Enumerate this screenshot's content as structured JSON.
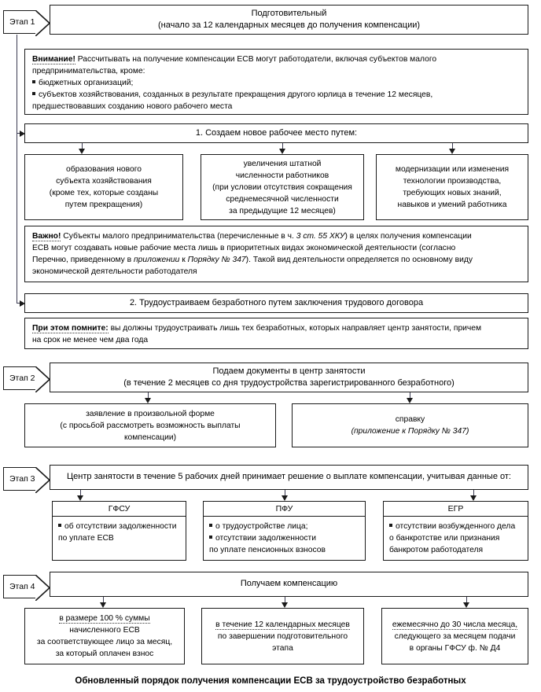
{
  "diagram": {
    "caption": "Обновленный порядок получения компенсации ЕСВ за трудоустройство безработных",
    "stages": [
      {
        "tag": "Этап 1",
        "title_line1": "Подготовительный",
        "title_line2": "(начало за 12 календарных месяцев до получения компенсации)"
      },
      {
        "tag": "Этап 2",
        "title_line1": "Подаем документы в центр занятости",
        "title_line2": "(в течение 2 месяцев со дня трудоустройства зарегистрированного безработного)"
      },
      {
        "tag": "Этап 3",
        "title_line1": "Центр занятости в течение 5 рабочих дней принимает решение о выплате компенсации, учитывая данные от:"
      },
      {
        "tag": "Этап 4",
        "title_line1": "Получаем компенсацию"
      }
    ],
    "stage1": {
      "note_attention": {
        "lead": "Внимание!",
        "line1": " Рассчитывать на получение компенсации ЕСВ могут работодатели, включая субъектов малого",
        "line2": "предпринимательства, кроме:",
        "bullet1": "бюджетных организаций;",
        "bullet2": "субъектов хозяйствования, созданных в результате прекращения другого юрлица в течение 12 месяцев,",
        "line3": "предшествовавших созданию нового рабочего места"
      },
      "step1_title": "1. Создаем новое рабочее место путем:",
      "step1_options": [
        {
          "lines": [
            "образования нового",
            "субъекта хозяйствования",
            "(кроме тех, которые созданы",
            "путем прекращения)"
          ]
        },
        {
          "lines": [
            "увеличения штатной",
            "численности работников",
            "(при условии отсутствия сокращения",
            "среднемесячной численности",
            "за предыдущие 12 месяцев)"
          ]
        },
        {
          "lines": [
            "модернизации или изменения",
            "технологии производства,",
            "требующих новых знаний,",
            "навыков и умений работника"
          ]
        }
      ],
      "note_important": {
        "lead": "Важно!",
        "p1a": " Субъекты малого предпринимательства (перечисленные в ч. ",
        "p1i": "3 ст. 55 ХКУ",
        "p1b": ") в целях получения компенсации",
        "p2": "ЕСВ могут создавать новые рабочие места лишь в приоритетных видах экономической деятельности (согласно",
        "p3a": "Перечню, приведенному в ",
        "p3i": "приложении",
        "p3b": " к ",
        "p3i2": "Порядку № 347",
        "p3c": "). Такой вид деятельности определяется по основному виду",
        "p4": "экономической деятельности работодателя"
      },
      "step2_title": "2. Трудоустраиваем безработного путем заключения трудового договора",
      "note_remember": {
        "lead": "При этом помните:",
        "line1": " вы должны трудоустраивать лишь тех безработных, которых направляет центр занятости, причем",
        "line2": "на срок не менее чем два года"
      }
    },
    "stage2": {
      "docs": [
        {
          "lines": [
            "заявление в произвольной форме",
            "(с просьбой рассмотреть возможность выплаты",
            "компенсации)"
          ]
        },
        {
          "line1": "справку",
          "line2_italic": "(приложение к Порядку № 347)"
        }
      ]
    },
    "stage3": {
      "sources": [
        {
          "header": "ГФСУ",
          "items": [
            {
              "bulleted": true,
              "text": "об отсутствии задолженности"
            },
            {
              "bulleted": false,
              "text": "по уплате ЕСВ"
            }
          ]
        },
        {
          "header": "ПФУ",
          "items": [
            {
              "bulleted": true,
              "text": "о трудоустройстве лица;"
            },
            {
              "bulleted": true,
              "text": "отсутствии задолженности"
            },
            {
              "bulleted": false,
              "text": "по уплате пенсионных взносов"
            }
          ]
        },
        {
          "header": "ЕГР",
          "items": [
            {
              "bulleted": true,
              "text": "отсутствии возбужденного дела"
            },
            {
              "bulleted": false,
              "text": "о банкротстве или признания"
            },
            {
              "bulleted": false,
              "text": "банкротом работодателя"
            }
          ]
        }
      ]
    },
    "stage4": {
      "terms": [
        {
          "lead": "в размере 100 % суммы",
          "lines": [
            "начисленного ЕСВ",
            "за соответствующее лицо за месяц,",
            "за который оплачен взнос"
          ]
        },
        {
          "lead": "в течение 12 календарных месяцев",
          "lines": [
            "по завершении подготовительного",
            "этапа"
          ]
        },
        {
          "lead": "ежемесячно до 30 числа месяца,",
          "lines": [
            "следующего за месяцем подачи",
            "в органы ГФСУ ф. № Д4"
          ]
        }
      ]
    },
    "colors": {
      "stroke": "#1a1a1a",
      "connector": "#3b3b52",
      "background": "#ffffff"
    }
  }
}
